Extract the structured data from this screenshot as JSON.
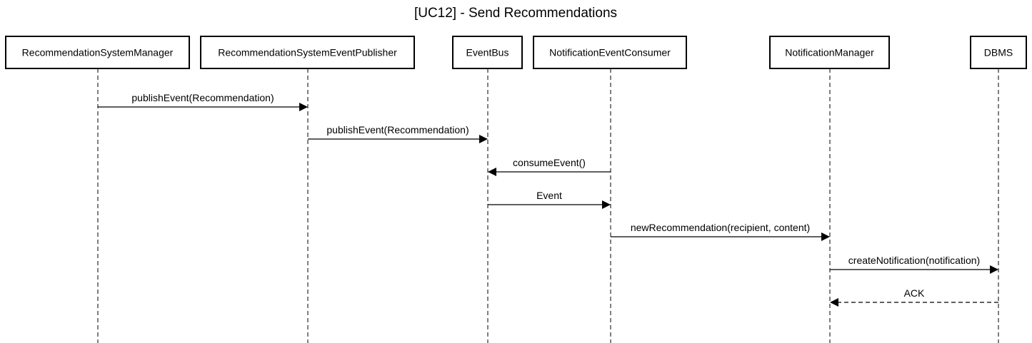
{
  "title": "[UC12] - Send Recommendations",
  "actors": [
    "RecommendationSystemManager",
    "RecommendationSystemEventPublisher",
    "EventBus",
    "NotificationEventConsumer",
    "NotificationManager",
    "DBMS"
  ],
  "messages": [
    {
      "from": 0,
      "to": 1,
      "label": "publishEvent(Recommendation)",
      "style": "solid"
    },
    {
      "from": 1,
      "to": 2,
      "label": "publishEvent(Recommendation)",
      "style": "solid"
    },
    {
      "from": 3,
      "to": 2,
      "label": "consumeEvent()",
      "style": "solid"
    },
    {
      "from": 2,
      "to": 3,
      "label": "Event",
      "style": "solid"
    },
    {
      "from": 3,
      "to": 4,
      "label": "newRecommendation(recipient, content)",
      "style": "solid"
    },
    {
      "from": 4,
      "to": 5,
      "label": "createNotification(notification)",
      "style": "solid"
    },
    {
      "from": 5,
      "to": 4,
      "label": "ACK",
      "style": "dashed"
    }
  ],
  "colors": {
    "line": "#000000",
    "background": "#ffffff"
  }
}
